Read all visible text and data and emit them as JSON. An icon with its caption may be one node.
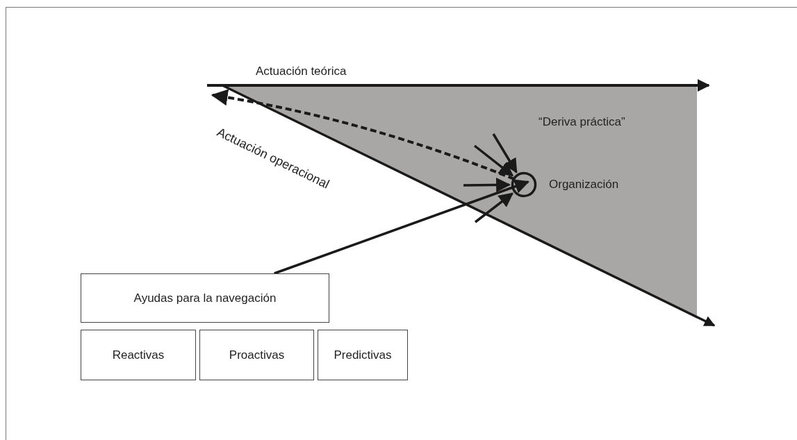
{
  "diagram": {
    "nodes": [
      {
        "text": [],
        "shape": "circle",
        "beside": [
          "Organización"
        ]
      },
      {
        "text": [
          "Ayudas para la navegación"
        ]
      },
      {
        "text": [
          "Reactivas"
        ]
      },
      {
        "text": [
          "Proactivas"
        ]
      },
      {
        "text": [
          "Predictivas"
        ]
      }
    ],
    "edges": [
      {
        "from": 1,
        "to": 0,
        "arrow": "to"
      },
      {
        "from": 0,
        "to": null,
        "arrow": "to",
        "style": "dashed"
      },
      {
        "from": null,
        "to": 0,
        "arrow": "to"
      },
      {
        "from": null,
        "to": 0,
        "arrow": "to"
      },
      {
        "from": null,
        "to": 0,
        "arrow": "to"
      },
      {
        "from": null,
        "to": 0,
        "arrow": "to"
      }
    ],
    "labels": [
      "Actuación teórica",
      "Actuación operacional",
      "“Deriva práctica”"
    ]
  }
}
